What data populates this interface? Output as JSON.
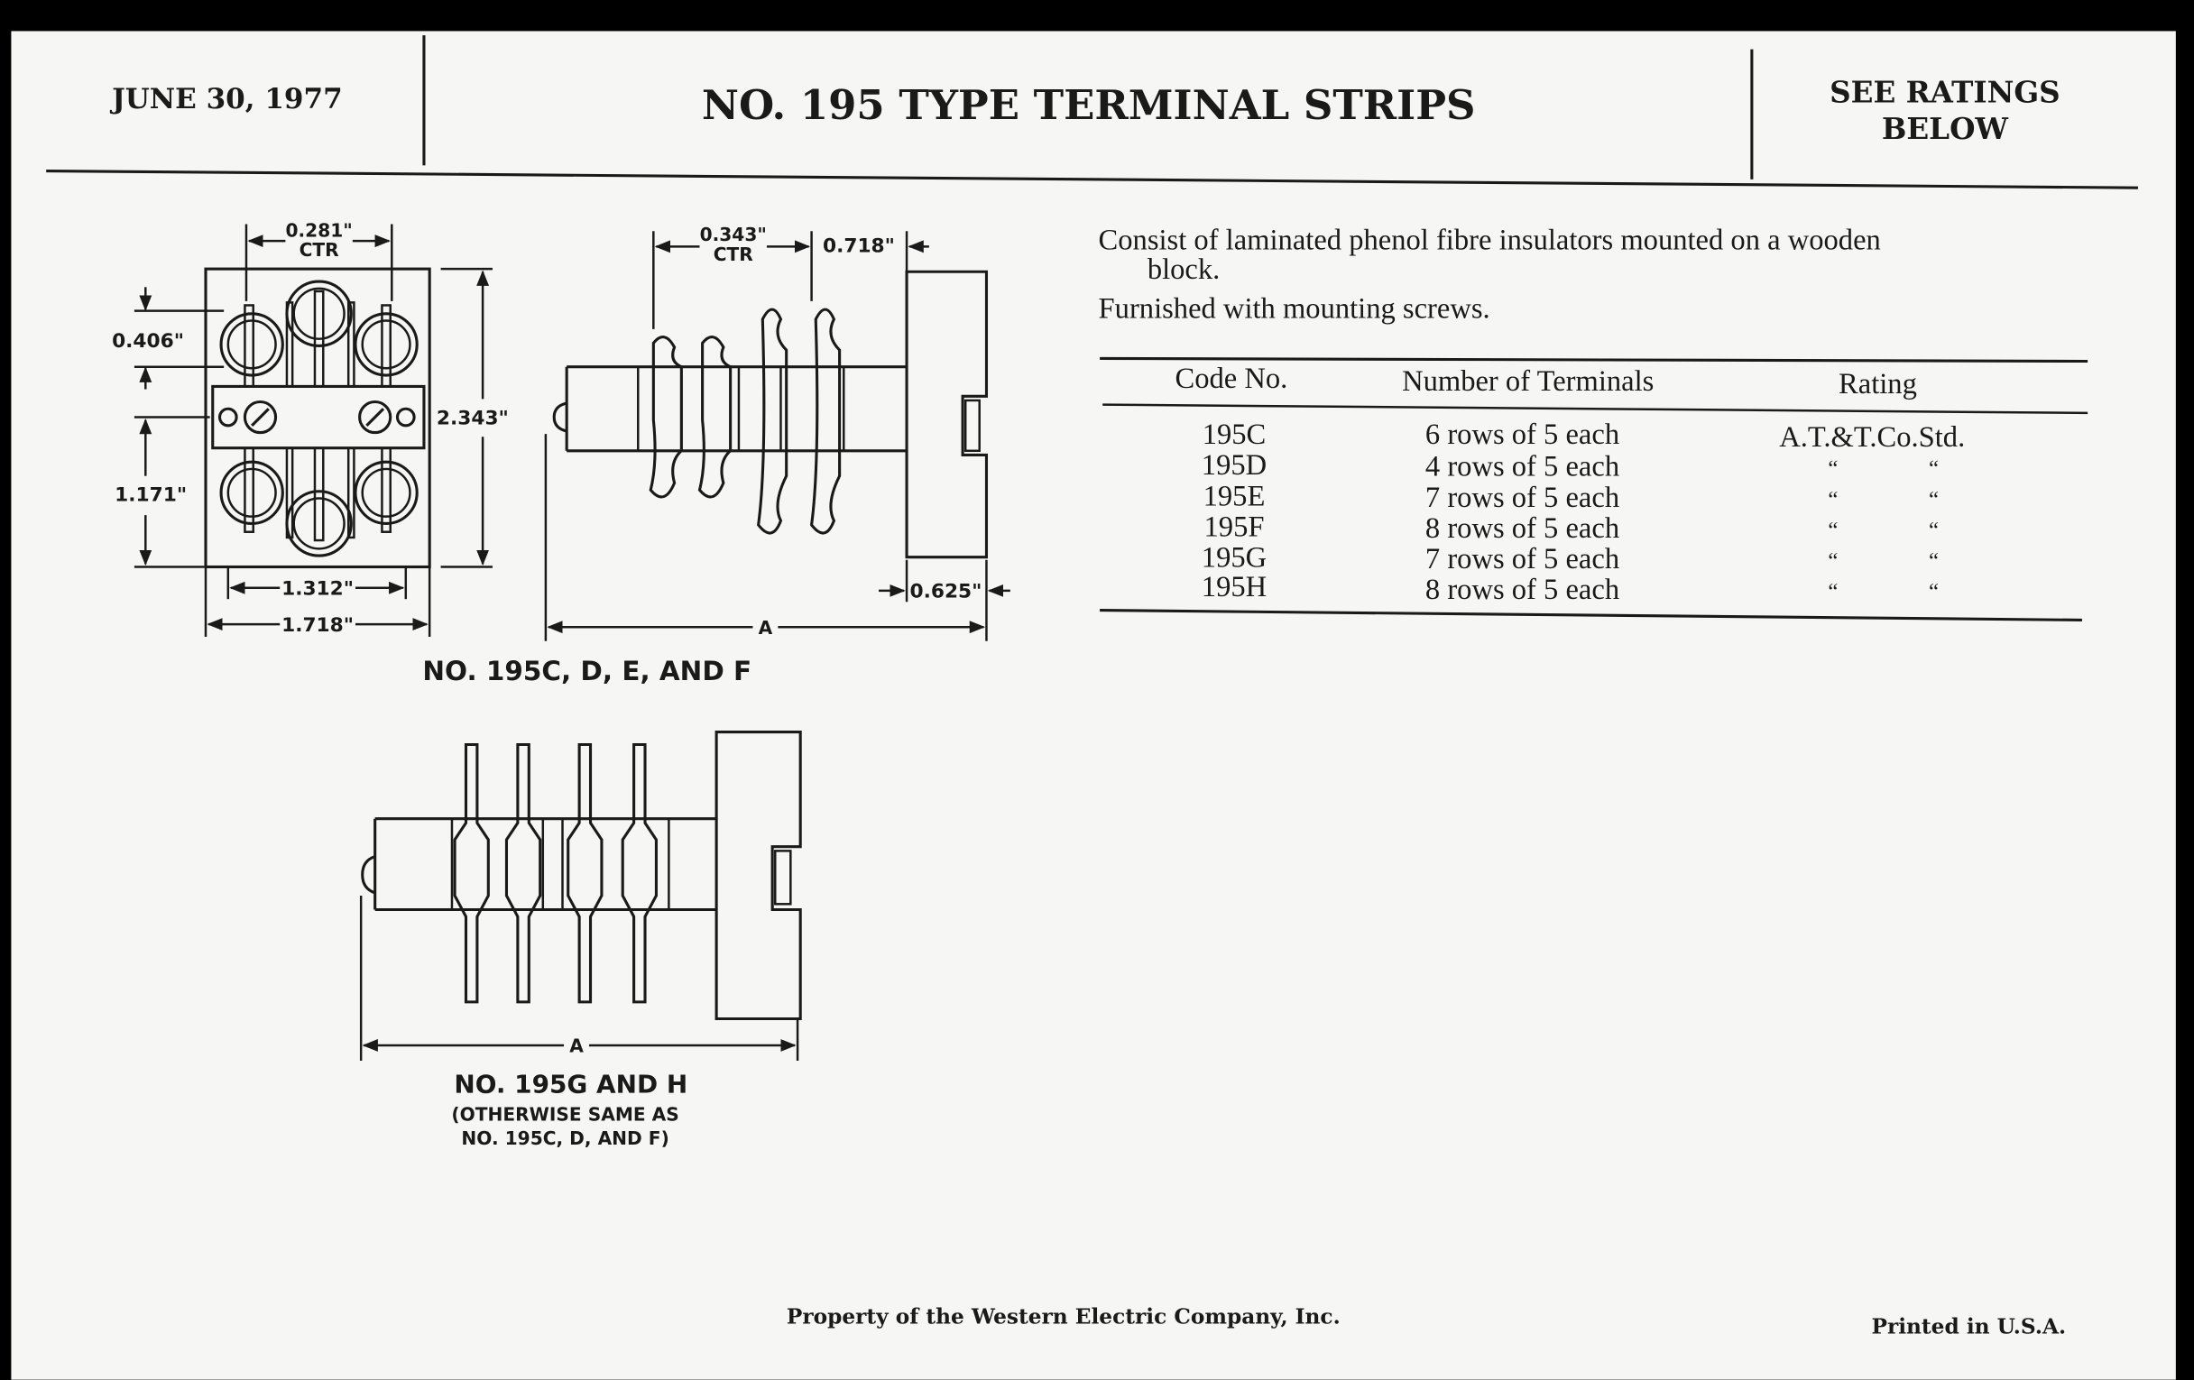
{
  "header": {
    "date": "JUNE 30, 1977",
    "title": "NO. 195 TYPE TERMINAL STRIPS",
    "ratings_line1": "SEE RATINGS",
    "ratings_line2": "BELOW"
  },
  "description": {
    "line1": "Consist of laminated phenol fibre insulators mounted on a wooden",
    "line1_cont": "block.",
    "line2": "Furnished with mounting screws."
  },
  "table": {
    "headers": [
      "Code No.",
      "Number of Terminals",
      "Rating"
    ],
    "rows": [
      {
        "code": "195C",
        "terminals": "6 rows of 5 each",
        "rating": "A.T.&T.Co.Std."
      },
      {
        "code": "195D",
        "terminals": "4 rows of 5 each",
        "ditto": [
          "“",
          "“"
        ]
      },
      {
        "code": "195E",
        "terminals": "7 rows of 5 each",
        "ditto": [
          "“",
          "“"
        ]
      },
      {
        "code": "195F",
        "terminals": "8 rows of 5 each",
        "ditto": [
          "“",
          "“"
        ]
      },
      {
        "code": "195G",
        "terminals": "7 rows of 5 each",
        "ditto": [
          "“",
          "“"
        ]
      },
      {
        "code": "195H",
        "terminals": "8 rows of 5 each",
        "ditto": [
          "“",
          "“"
        ]
      }
    ]
  },
  "diagram_top": {
    "dim_ctr_front": "0.281\"",
    "ctr": "CTR",
    "dim_0406": "0.406\"",
    "dim_1171": "1.171\"",
    "dim_2343": "2.343\"",
    "dim_1312": "1.312\"",
    "dim_1718": "1.718\"",
    "dim_ctr_side": "0.343\"",
    "dim_0718": "0.718\"",
    "dim_0625": "0.625\"",
    "dim_a": "A",
    "caption": "NO. 195C, D, E, AND F"
  },
  "diagram_bottom": {
    "dim_a": "A",
    "caption": "NO. 195G AND H",
    "note_line1": "(OTHERWISE SAME AS",
    "note_line2": "NO. 195C, D, AND F)"
  },
  "footer": {
    "property": "Property of the Western Electric Company, Inc.",
    "printed": "Printed in U.S.A."
  }
}
